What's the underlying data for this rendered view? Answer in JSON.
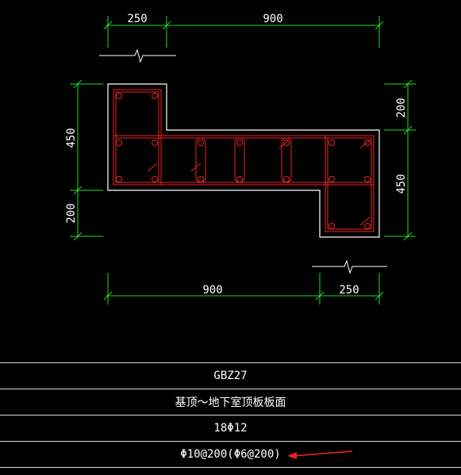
{
  "dimensions": {
    "top_left": "250",
    "top_right": "900",
    "bottom_left": "900",
    "bottom_right": "250",
    "left_upper": "450",
    "left_lower": "200",
    "right_upper": "200",
    "right_lower": "450"
  },
  "table": {
    "name": "GBZ27",
    "elevation": "基顶～地下室顶板板面",
    "longitudinal": "18Φ12",
    "stirrup": "Φ10@200(Φ6@200)"
  },
  "colors": {
    "dimension_line": "#22dd22",
    "rebar": "#ee2222",
    "outline": "#ffffff",
    "arrow": "#ee2222"
  }
}
